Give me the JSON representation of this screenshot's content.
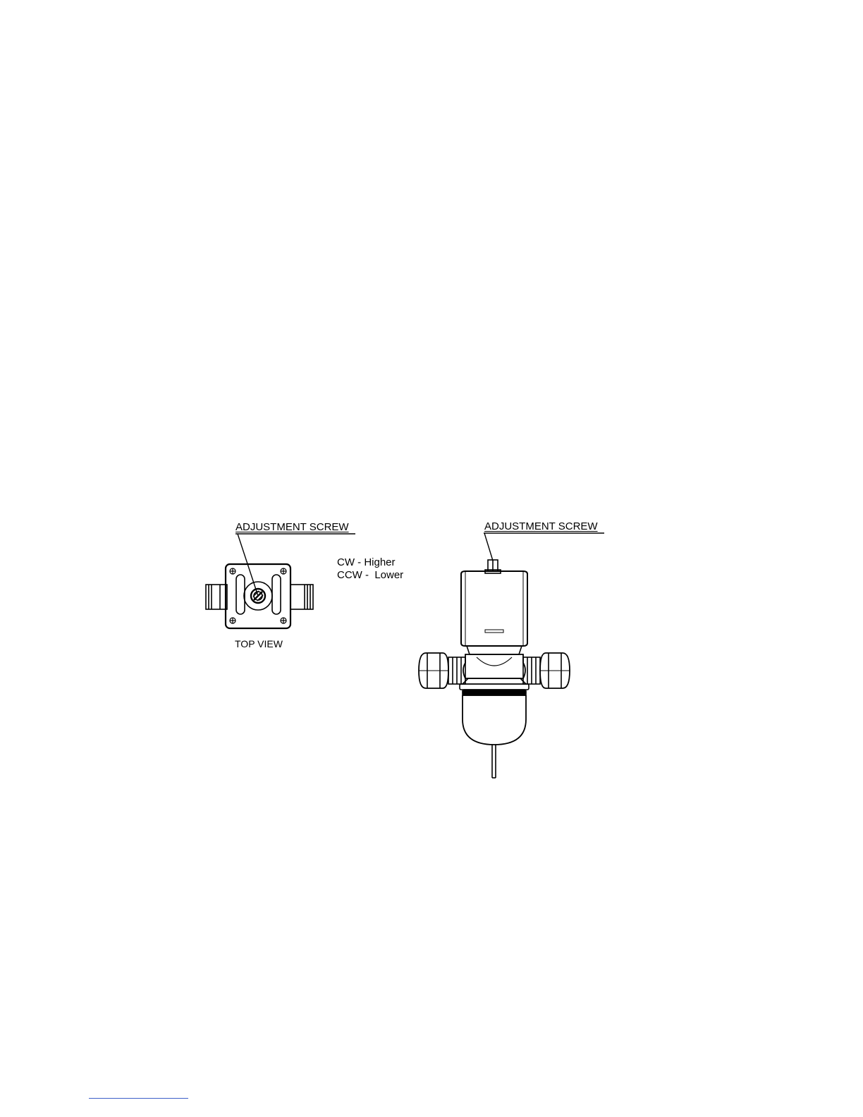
{
  "labels": {
    "left_adjustment_screw": "ADJUSTMENT SCREW",
    "right_adjustment_screw": "ADJUSTMENT SCREW",
    "cw": "CW - Higher",
    "ccw": "CCW -  Lower",
    "top_view": "TOP VIEW"
  },
  "colors": {
    "line": "#000000",
    "footnote_rule": "#3c5ec8"
  }
}
